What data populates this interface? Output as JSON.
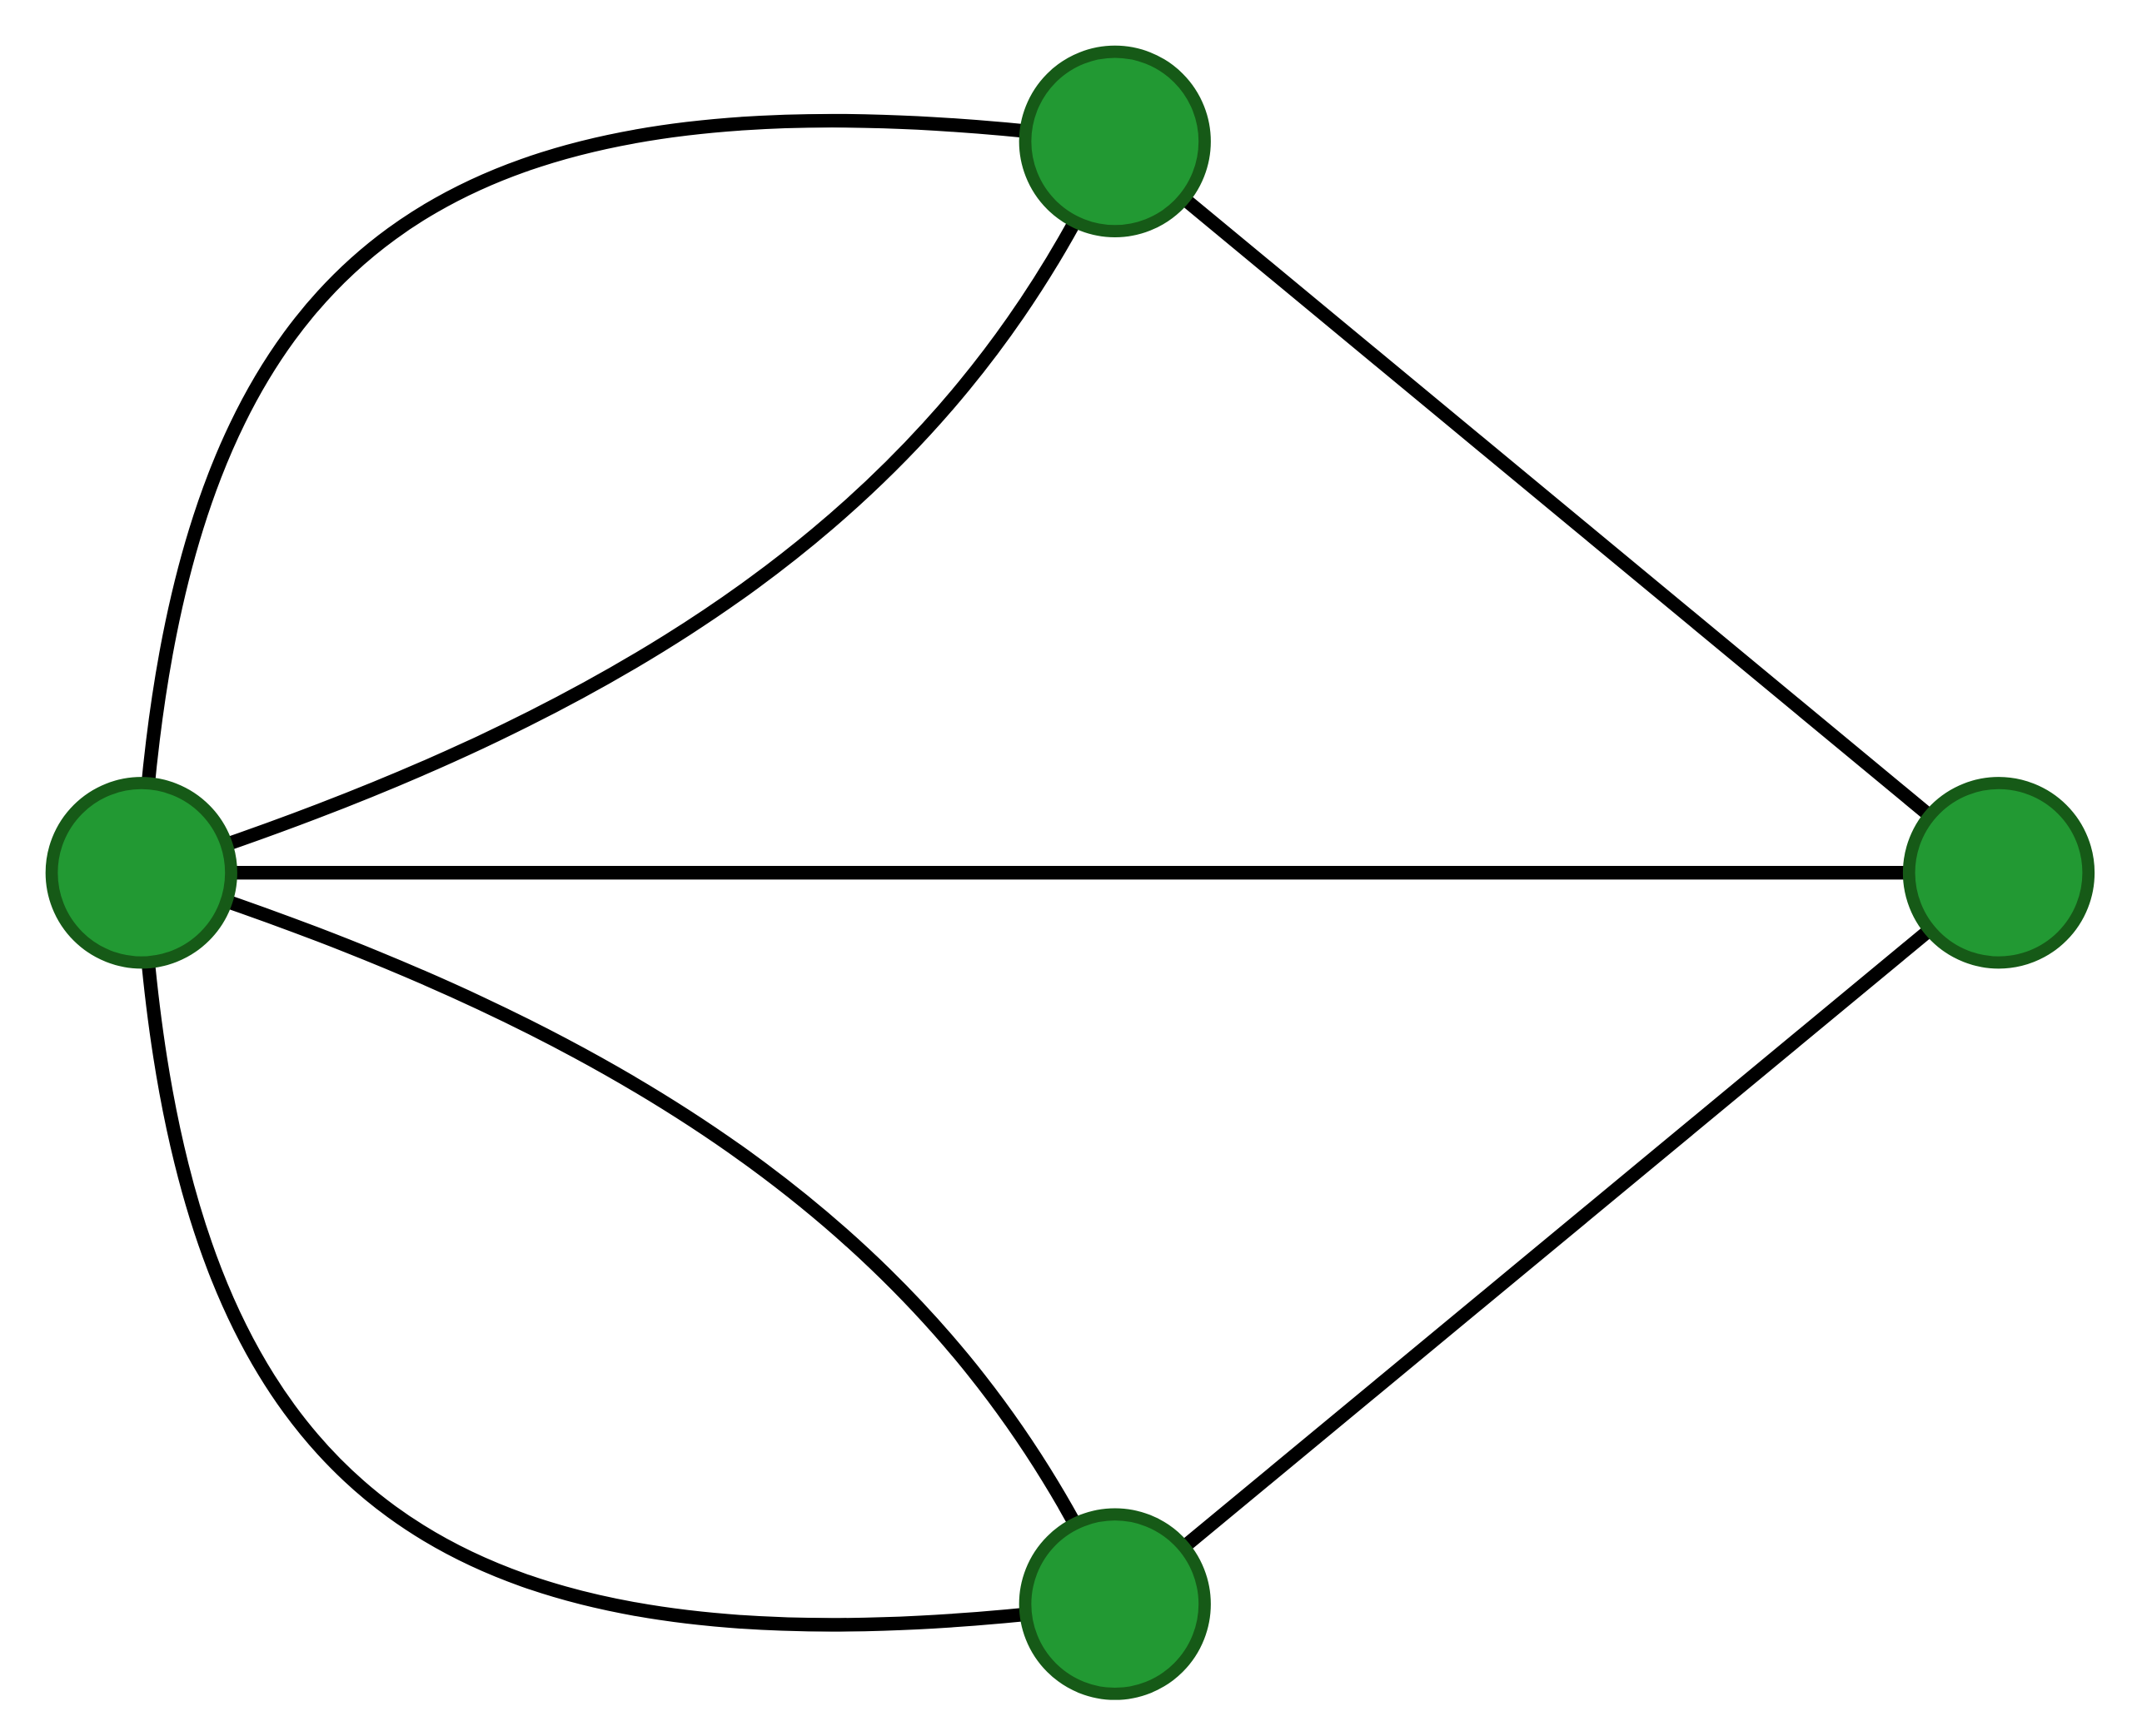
{
  "graph": {
    "nodes": [
      {
        "id": "left"
      },
      {
        "id": "top"
      },
      {
        "id": "right"
      },
      {
        "id": "bottom"
      }
    ],
    "edges": [
      {
        "from": "left",
        "to": "top",
        "style": "outer-curve"
      },
      {
        "from": "left",
        "to": "top",
        "style": "inner-curve"
      },
      {
        "from": "left",
        "to": "right",
        "style": "straight"
      },
      {
        "from": "left",
        "to": "bottom",
        "style": "inner-curve"
      },
      {
        "from": "left",
        "to": "bottom",
        "style": "outer-curve"
      },
      {
        "from": "top",
        "to": "right",
        "style": "straight"
      },
      {
        "from": "bottom",
        "to": "right",
        "style": "straight"
      }
    ]
  },
  "colors": {
    "node_fill": "#229933",
    "node_stroke": "#165a17",
    "edge": "#000000"
  }
}
